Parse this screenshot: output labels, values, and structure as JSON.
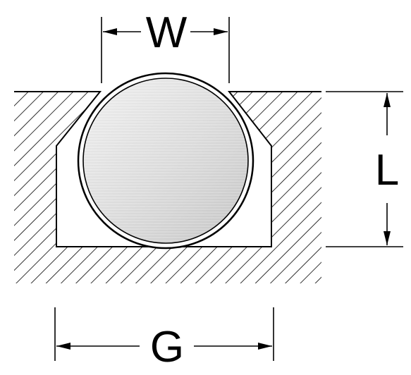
{
  "dimensions": {
    "w_label": "W",
    "l_label": "L",
    "g_label": "G"
  },
  "colors": {
    "line": "#000000",
    "background": "#ffffff",
    "rod_fill_light": "#eeeeee",
    "rod_fill_dark": "#c9c9c9"
  }
}
